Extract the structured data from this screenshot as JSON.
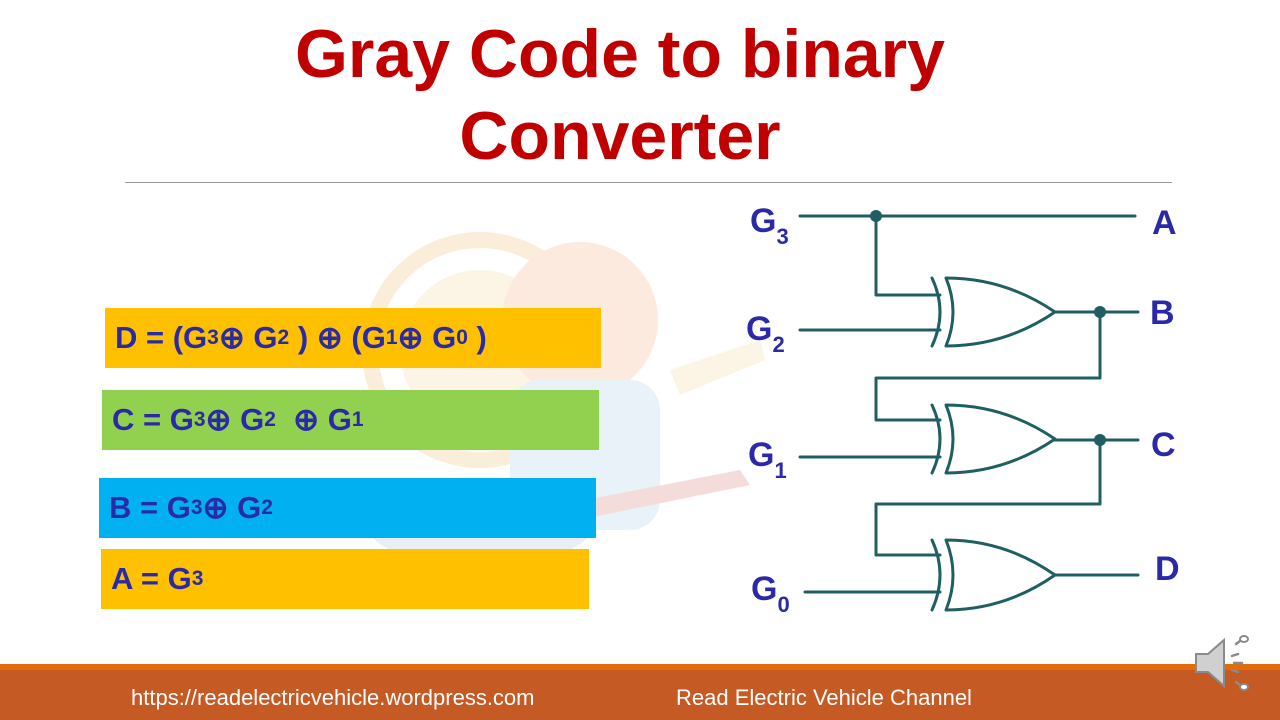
{
  "title": {
    "line1": "Gray Code to binary",
    "line2": "Converter"
  },
  "equations": [
    {
      "lhs": "D",
      "parts": [
        "D = (G",
        "3",
        "⊕ G",
        "2",
        " ) ⊕ (G",
        "1",
        "⊕ G",
        "0",
        " )"
      ]
    },
    {
      "lhs": "C",
      "parts": [
        "C = G",
        "3",
        "⊕ G",
        "2",
        "  ⊕ G",
        "1"
      ]
    },
    {
      "lhs": "B",
      "parts": [
        "B = G",
        "3",
        "⊕ G",
        "2"
      ]
    },
    {
      "lhs": "A",
      "parts": [
        "A = G",
        "3"
      ]
    }
  ],
  "circuit": {
    "inputs": [
      {
        "base": "G",
        "sub": "3"
      },
      {
        "base": "G",
        "sub": "2"
      },
      {
        "base": "G",
        "sub": "1"
      },
      {
        "base": "G",
        "sub": "0"
      }
    ],
    "outputs": [
      "A",
      "B",
      "C",
      "D"
    ],
    "gate_type": "XOR",
    "colors": {
      "wire": "#1f5f62",
      "label": "#2a2aa8"
    }
  },
  "footer": {
    "url": "https://readelectricvehicle.wordpress.com",
    "channel": "Read Electric Vehicle Channel"
  },
  "colors": {
    "title": "#c00000",
    "eq_d": "#ffc000",
    "eq_c": "#92d050",
    "eq_b": "#00b0f0",
    "eq_a": "#ffc000",
    "equation_text": "#2a2aa8",
    "footer": "#c65a24",
    "footer_stripe": "#e36c09"
  },
  "icons": {
    "audio": "speaker-icon"
  }
}
